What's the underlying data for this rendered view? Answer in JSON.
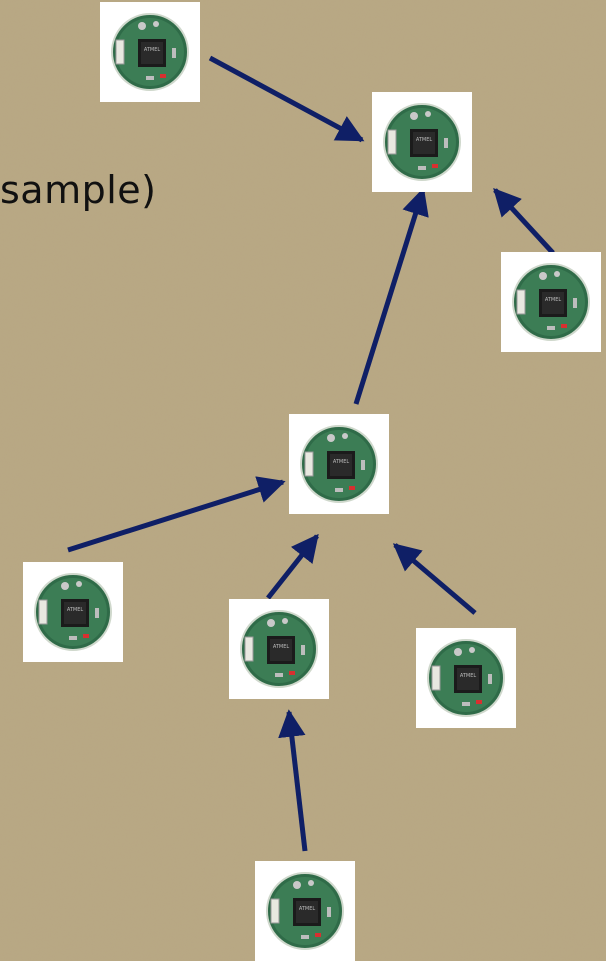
{
  "slide": {
    "caption": "sample)"
  },
  "colors": {
    "background": "#b9a883",
    "arrow": "#0f1f66",
    "board": "#2f6b48",
    "tile": "#ffffff"
  },
  "diagram": {
    "node_icon": "sensor-mote-board",
    "nodes": [
      {
        "id": "mote-top-left"
      },
      {
        "id": "mote-root"
      },
      {
        "id": "mote-right"
      },
      {
        "id": "mote-middle"
      },
      {
        "id": "mote-left"
      },
      {
        "id": "mote-center"
      },
      {
        "id": "mote-center-right"
      },
      {
        "id": "mote-bottom"
      }
    ],
    "edges": [
      {
        "from": "mote-top-left",
        "to": "mote-root"
      },
      {
        "from": "mote-right",
        "to": "mote-root"
      },
      {
        "from": "mote-middle",
        "to": "mote-root"
      },
      {
        "from": "mote-left",
        "to": "mote-middle"
      },
      {
        "from": "mote-center",
        "to": "mote-middle"
      },
      {
        "from": "mote-center-right",
        "to": "mote-middle"
      },
      {
        "from": "mote-bottom",
        "to": "mote-center"
      }
    ]
  }
}
